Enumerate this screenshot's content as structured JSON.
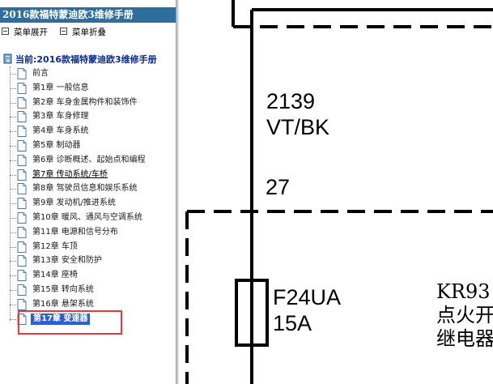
{
  "nav": {
    "title": "2016款福特蒙迪欧3维修手册",
    "expand_label": "菜单展开",
    "collapse_label": "菜单折叠",
    "root_label": "当前:2016款福特蒙迪欧3维修手册",
    "items": [
      {
        "label": "前言"
      },
      {
        "label": "第1章  一般信息"
      },
      {
        "label": "第2章  车身金属构件和装饰件"
      },
      {
        "label": "第3章  车身修理"
      },
      {
        "label": "第4章  车身系统"
      },
      {
        "label": "第5章  制动器"
      },
      {
        "label": "第6章  诊断概述、起始点和编程"
      },
      {
        "label": "第7章  传动系统/车桥",
        "underlined": true
      },
      {
        "label": "第8章  驾驶员信息和娱乐系统"
      },
      {
        "label": "第9章  发动机/推进系统"
      },
      {
        "label": "第10章  暖风、通风与空调系统"
      },
      {
        "label": "第11章  电源和信号分布"
      },
      {
        "label": "第12章  车顶"
      },
      {
        "label": "第13章  安全和防护"
      },
      {
        "label": "第14章  座椅"
      },
      {
        "label": "第15章  转向系统"
      },
      {
        "label": "第16章  悬架系统"
      },
      {
        "label": "第17章  变速器",
        "selected": true
      }
    ]
  },
  "diagram": {
    "wire_number": "2139",
    "wire_color": "VT/BK",
    "pin_number": "27",
    "fuse_id": "F24UA",
    "fuse_rating": "15A",
    "relay_id": "KR93",
    "relay_name_line1": "点火开",
    "relay_name_line2": "继电器"
  },
  "colors": {
    "title_bar": "#2f6d9c",
    "selected_item": "#2a5fd6",
    "highlight_box": "#e8393a",
    "root_label": "#0b2a8c"
  }
}
